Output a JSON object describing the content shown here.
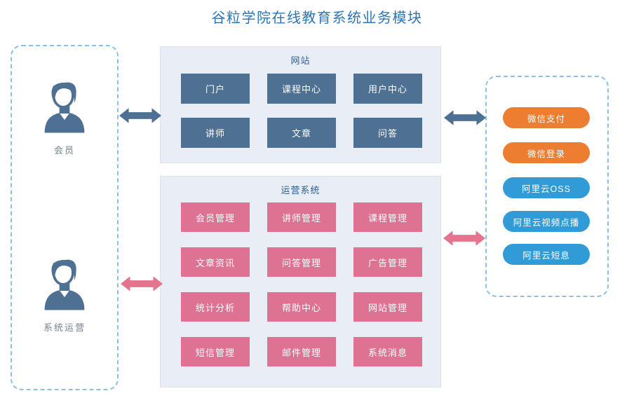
{
  "title": "谷粒学院在线教育系统业务模块",
  "actors": {
    "member": {
      "label": "会员"
    },
    "operator": {
      "label": "系统运营"
    }
  },
  "website_panel": {
    "title": "网站",
    "modules": [
      "门户",
      "课程中心",
      "用户中心",
      "讲师",
      "文章",
      "问答"
    ]
  },
  "operation_panel": {
    "title": "运营系统",
    "modules": [
      "会员管理",
      "讲师管理",
      "课程管理",
      "文章资讯",
      "问答管理",
      "广告管理",
      "统计分析",
      "帮助中心",
      "网站管理",
      "短信管理",
      "邮件管理",
      "系统消息"
    ]
  },
  "external_services": [
    {
      "label": "微信支付",
      "color": "#ed7d31"
    },
    {
      "label": "微信登录",
      "color": "#ed7d31"
    },
    {
      "label": "阿里云OSS",
      "color": "#319bd8"
    },
    {
      "label": "阿里云视频点播",
      "color": "#319bd8"
    },
    {
      "label": "阿里云短息",
      "color": "#319bd8"
    }
  ],
  "icons": {
    "member": "person-icon",
    "operator": "person-icon",
    "links": "double-arrow-icon"
  },
  "colors": {
    "title_text": "#2e75b6",
    "panel_background": "#e9edf6",
    "panel_title_text": "#2c5f8f",
    "website_module": "#4d7093",
    "operation_module": "#dd7292",
    "wechat_pill": "#ed7d31",
    "aliyun_pill": "#319bd8",
    "dashed_border": "#8cc0e8",
    "dark_arrow": "#4d7093",
    "pink_arrow": "#e5758f",
    "actor_icon": "#4d7093",
    "actor_label_text": "#74838f"
  }
}
